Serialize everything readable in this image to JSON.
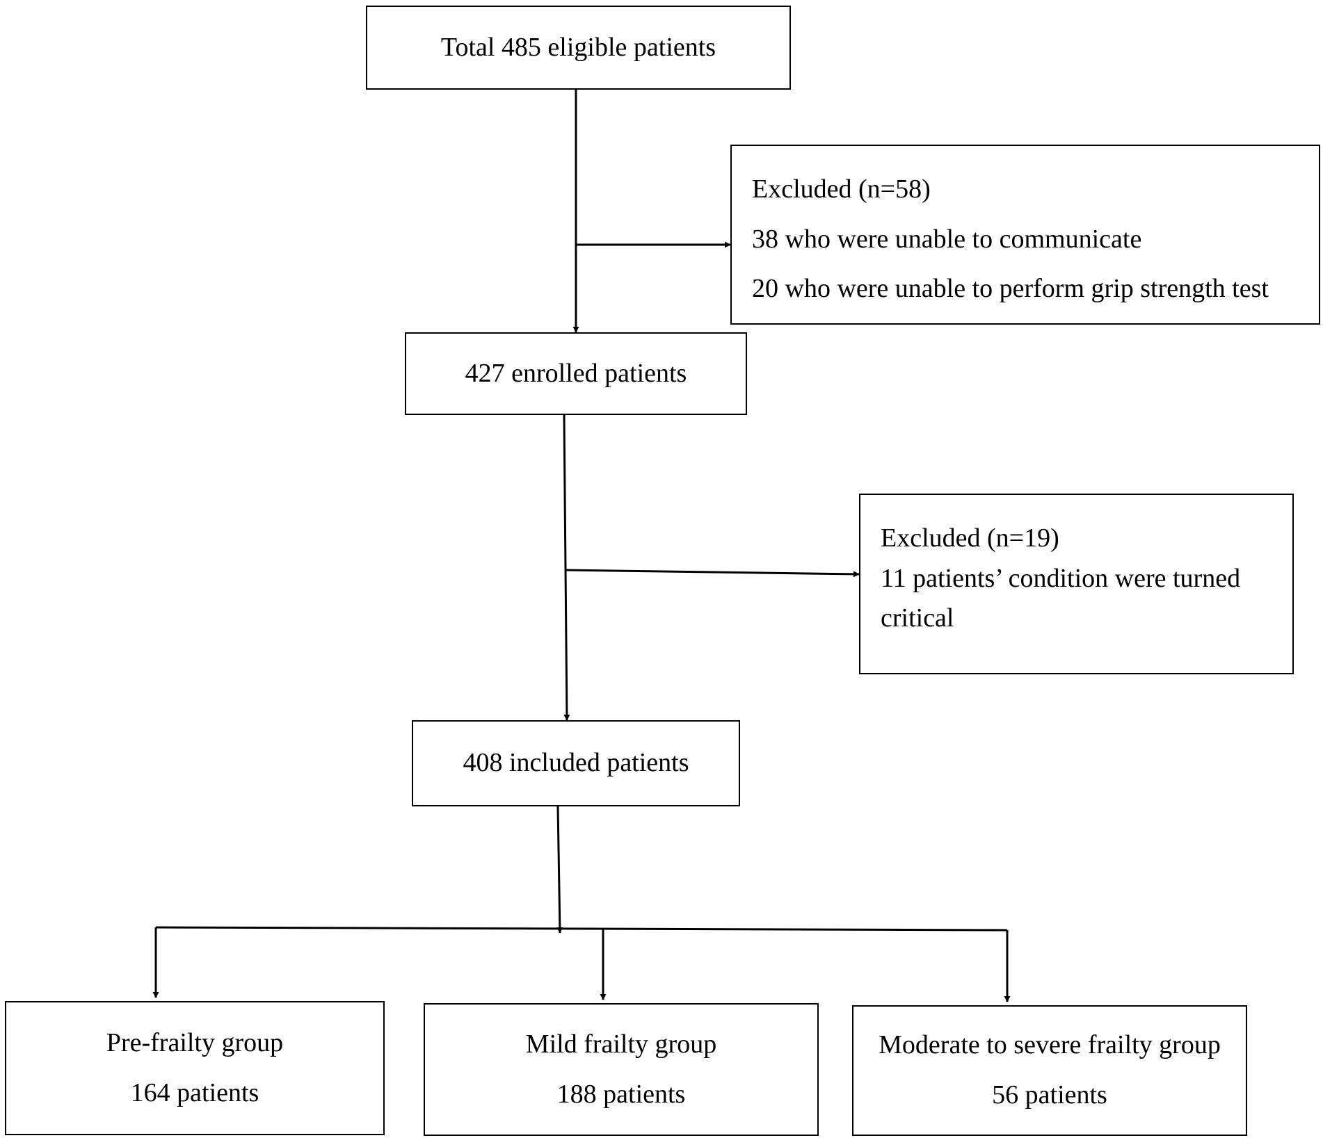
{
  "flowchart": {
    "total": {
      "label": "Total 485 eligible patients"
    },
    "excluded_1": {
      "title": "Excluded (n=58)",
      "lines": [
        "38 who were unable to communicate",
        "20 who were unable to perform grip strength test"
      ]
    },
    "enrolled": {
      "label": "427 enrolled patients"
    },
    "excluded_2": {
      "title": "Excluded (n=19)",
      "lines": [
        "11 patients’ condition were turned",
        "critical"
      ]
    },
    "included": {
      "label": "408 included patients"
    },
    "groups": [
      {
        "name": "Pre-frailty group",
        "count": "164 patients"
      },
      {
        "name": "Mild frailty group",
        "count": "188 patients"
      },
      {
        "name": "Moderate to severe frailty group",
        "count": "56 patients"
      }
    ]
  },
  "colors": {
    "line": "#000000",
    "background": "#ffffff"
  }
}
